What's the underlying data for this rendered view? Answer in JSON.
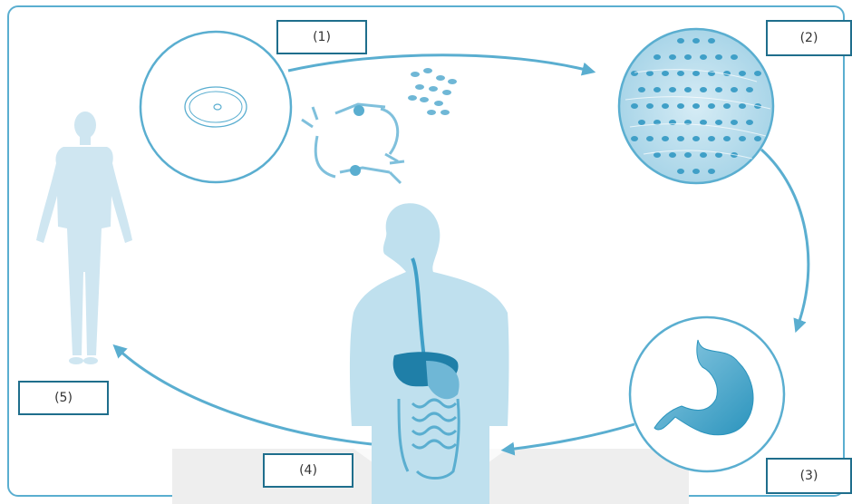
{
  "diagram": {
    "accent": "#5aaed0",
    "box_border": "#1f6e8c",
    "labels": {
      "one": "(1)",
      "two": "(2)",
      "three": "(3)",
      "four": "(4)",
      "five": "(5)"
    },
    "illustrations": [
      "cell-circle",
      "nerve-cells",
      "blood-cells",
      "tissue-circle",
      "stomach-circle",
      "digestive-system-figure",
      "human-body"
    ]
  }
}
